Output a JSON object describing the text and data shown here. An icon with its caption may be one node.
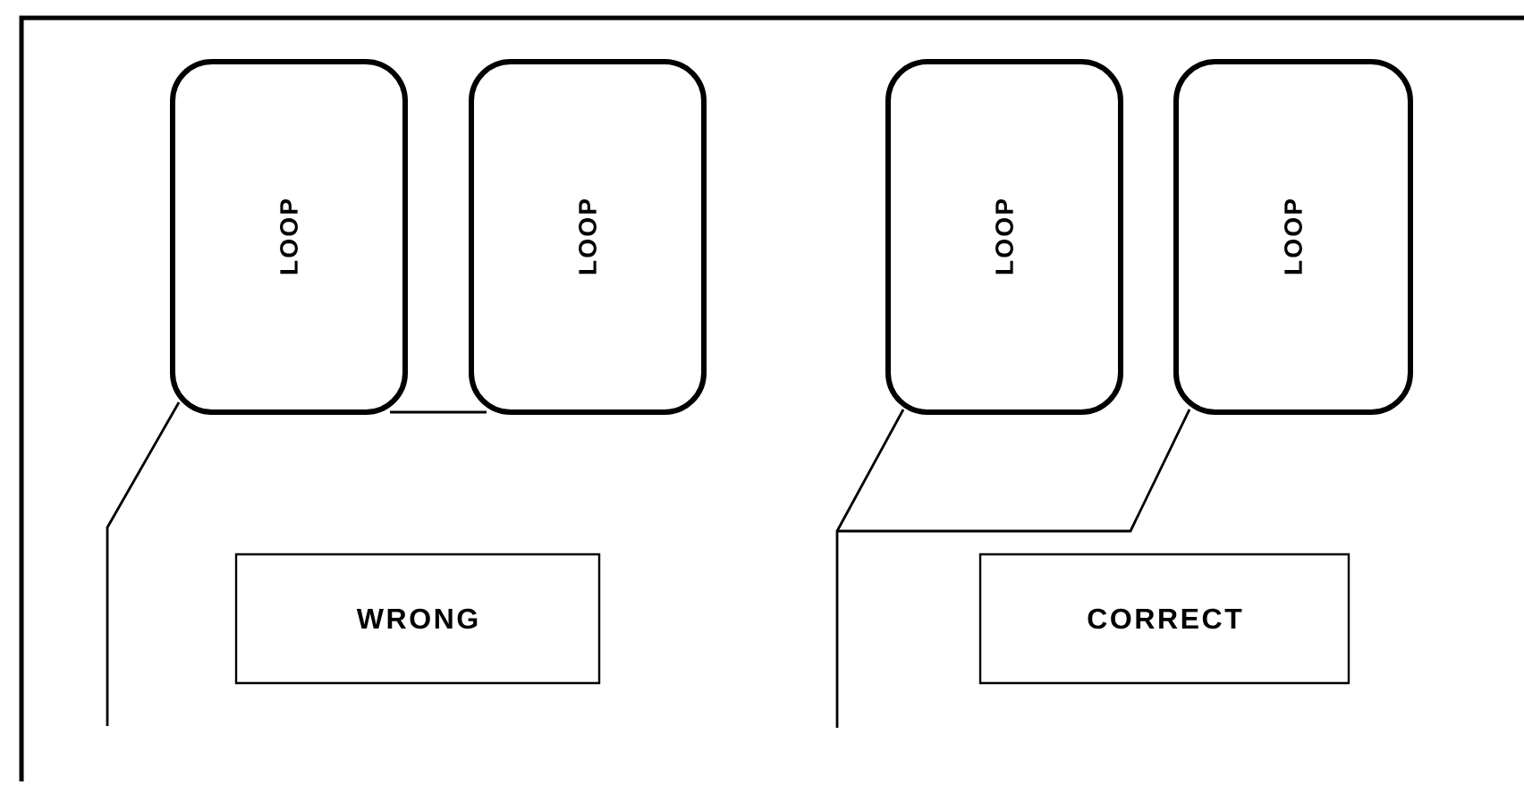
{
  "diagram": {
    "nodes": [
      {
        "text": [
          "LOOP"
        ]
      },
      {
        "text": [
          "LOOP"
        ]
      },
      {
        "text": [
          "LOOP"
        ]
      },
      {
        "text": [
          "LOOP"
        ]
      },
      {
        "text": [
          "WRONG"
        ]
      },
      {
        "text": [
          "CORRECT"
        ]
      }
    ],
    "edges": [
      {
        "from": 0,
        "to": null,
        "arrow": "none"
      },
      {
        "from": 0,
        "to": 1,
        "arrow": "none"
      },
      {
        "from": 2,
        "to": null,
        "arrow": "none"
      },
      {
        "from": 3,
        "to": null,
        "arrow": "none"
      }
    ]
  }
}
